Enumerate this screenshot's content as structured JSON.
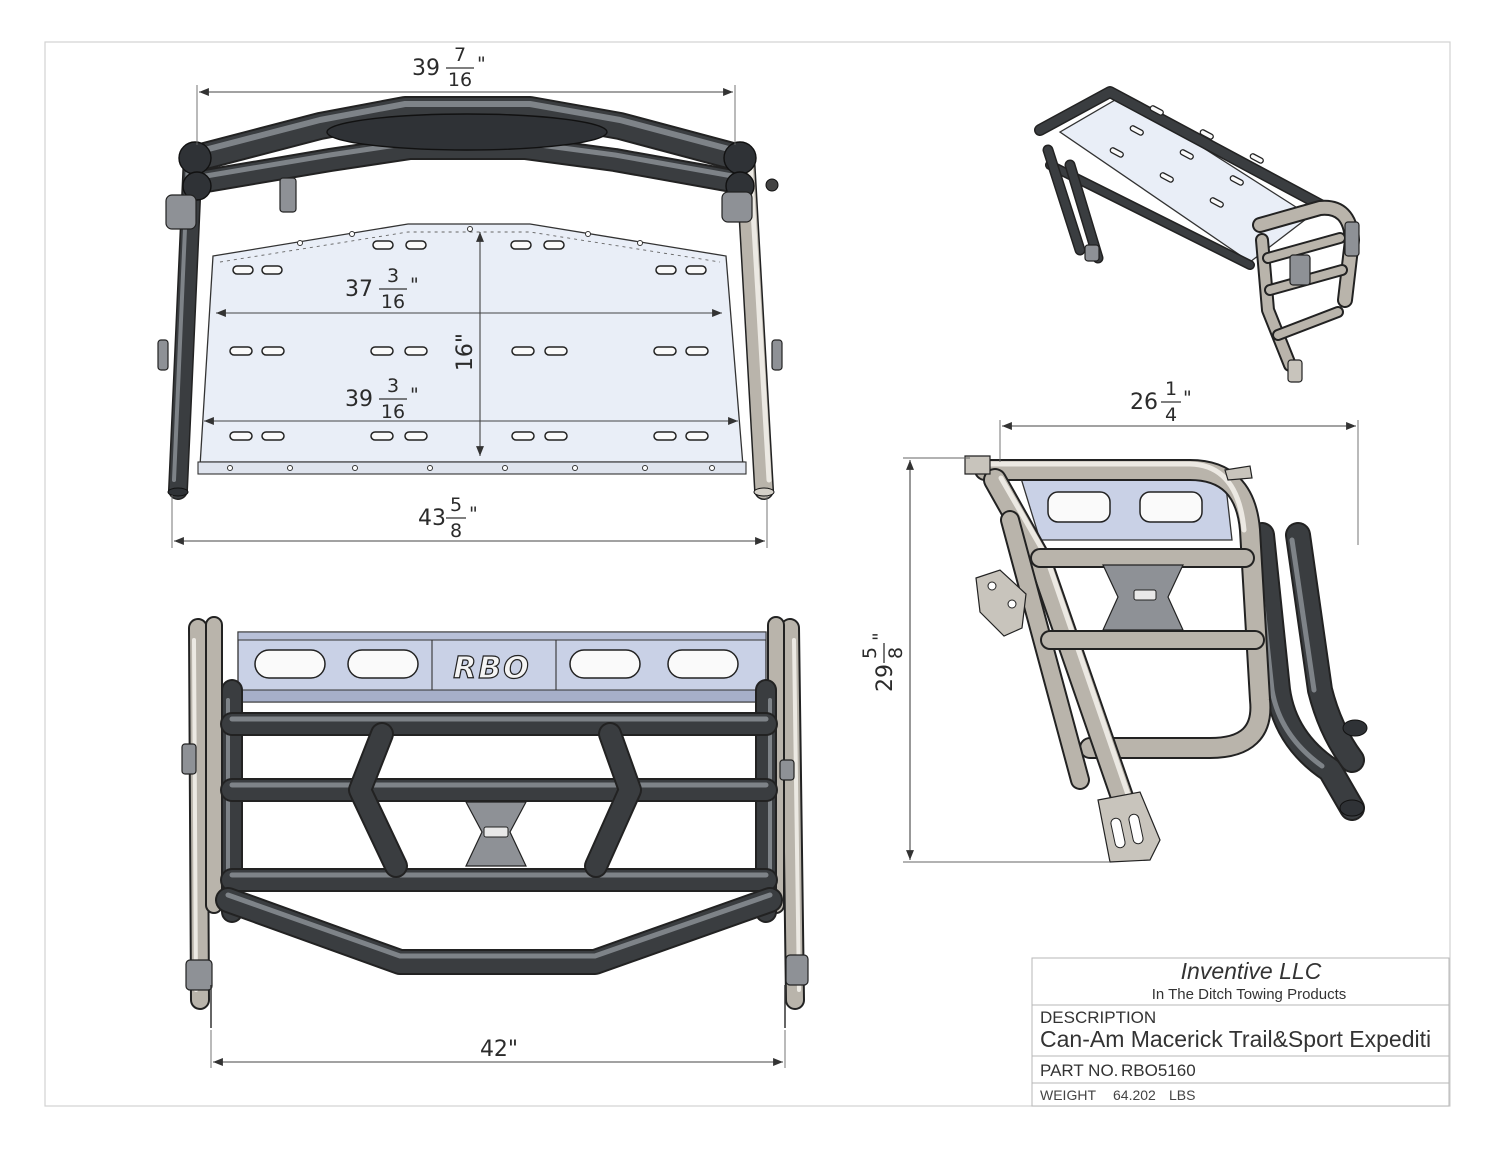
{
  "dimensions": {
    "top_width": {
      "whole": "39",
      "num": "7",
      "den": "16",
      "unit": "\""
    },
    "inner_width": {
      "whole": "37",
      "num": "3",
      "den": "16",
      "unit": "\""
    },
    "depth": {
      "text": "16\""
    },
    "tray_width": {
      "whole": "39",
      "num": "3",
      "den": "16",
      "unit": "\""
    },
    "overall_width": {
      "whole": "43",
      "num": "5",
      "den": "8",
      "unit": "\""
    },
    "side_width": {
      "whole": "26",
      "num": "1",
      "den": "4",
      "unit": "\""
    },
    "side_height": {
      "whole": "29",
      "num": "5",
      "den": "8",
      "unit": "\""
    },
    "front_width": {
      "text": "42\""
    }
  },
  "logo": {
    "text": "RBO"
  },
  "title_block": {
    "company": "Inventive LLC",
    "tagline": "In The Ditch Towing Products",
    "description_label": "DESCRIPTION",
    "description_value": "Can-Am Macerick Trail&Sport Expediti",
    "part_no_label": "PART NO.",
    "part_no_value": "RBO5160",
    "weight_label": "WEIGHT",
    "weight_value": "64.202",
    "weight_unit": "LBS"
  }
}
